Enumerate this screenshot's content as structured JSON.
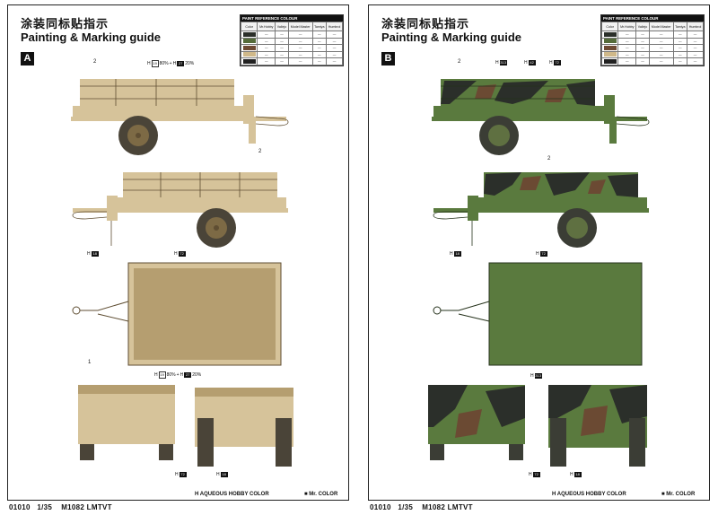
{
  "title_cn": "涂装同标贴指示",
  "title_en": "Painting & Marking guide",
  "ref_table": {
    "heading": "PAINT REFERENCE COLOUR",
    "columns": [
      "Color",
      "Mr.Hobby",
      "Vallejo",
      "Model Master",
      "Tamiya",
      "Humbrol"
    ],
    "rows": [
      {
        "swatch": "#2b2f2a",
        "mrhobby": "—",
        "vallejo": "—",
        "model_master": "—",
        "tamiya": "—",
        "humbrol": "—"
      },
      {
        "swatch": "#556b3a",
        "mrhobby": "—",
        "vallejo": "—",
        "model_master": "—",
        "tamiya": "—",
        "humbrol": "—"
      },
      {
        "swatch": "#6e4a34",
        "mrhobby": "—",
        "vallejo": "—",
        "model_master": "—",
        "tamiya": "—",
        "humbrol": "—"
      },
      {
        "swatch": "#cfb889",
        "mrhobby": "—",
        "vallejo": "—",
        "model_master": "—",
        "tamiya": "—",
        "humbrol": "—"
      },
      {
        "swatch": "#222222",
        "mrhobby": "—",
        "vallejo": "—",
        "model_master": "—",
        "tamiya": "—",
        "humbrol": "—"
      }
    ]
  },
  "sheet_a": {
    "badge": "A",
    "colors": {
      "base": "#d6c39a",
      "shade": "#b59e70",
      "line": "#5f4e33",
      "tire": "#4a4438",
      "hub": "#7d6a45"
    },
    "callout_side_top": {
      "h": "H",
      "c1": "19",
      "p1": "80%",
      "plus": "+",
      "h2": "H",
      "c2": "27",
      "p2": "20%"
    },
    "callout_side_bottom_1": {
      "h": "H",
      "c": "18"
    },
    "callout_side_bottom_2": {
      "h": "H",
      "c": "72"
    },
    "callout_top_view": {
      "h": "H",
      "c1": "19",
      "p1": "80%",
      "plus": "+",
      "h2": "H",
      "c2": "27",
      "p2": "20%"
    },
    "callout_rear_1": {
      "h": "H",
      "c": "72"
    },
    "callout_rear_2": {
      "h": "H",
      "c": "18"
    },
    "numbers": [
      "2",
      "2",
      "1"
    ]
  },
  "sheet_b": {
    "badge": "B",
    "colors": {
      "base": "#5a7a3e",
      "dark": "#2b2f2a",
      "brown": "#6b4a33",
      "line": "#26331c",
      "tire": "#3b3d35",
      "hub": "#5f7041"
    },
    "callout_side_top_1": {
      "h": "H",
      "c": "313"
    },
    "callout_side_top_2": {
      "h": "H",
      "c": "42"
    },
    "callout_side_top_3": {
      "h": "H",
      "c": "72"
    },
    "callout_side_bottom_1": {
      "h": "H",
      "c": "18"
    },
    "callout_side_bottom_2": {
      "h": "H",
      "c": "72"
    },
    "callout_top_view": {
      "h": "H",
      "c": "313"
    },
    "callout_rear_1": {
      "h": "H",
      "c": "72"
    },
    "callout_rear_2": {
      "h": "H",
      "c": "18"
    },
    "numbers": [
      "2",
      "2"
    ]
  },
  "legend": {
    "aqueous": "H AQUEOUS HOBBY COLOR",
    "mr_color": "■ Mr. COLOR"
  },
  "footer": {
    "code": "01010",
    "scale": "1/35",
    "model": "M1082 LMTVT"
  }
}
